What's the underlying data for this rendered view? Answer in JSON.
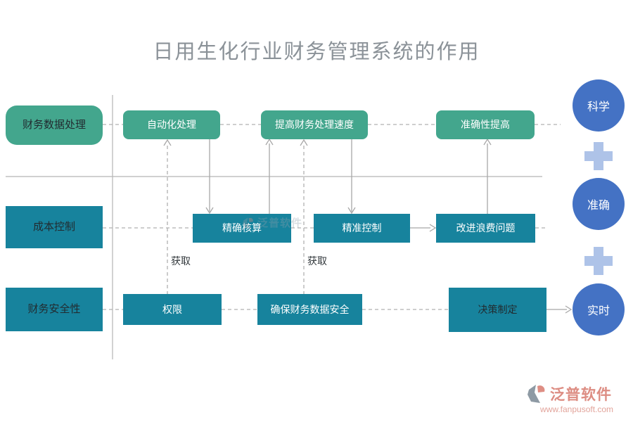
{
  "title": "日用生化行业财务管理系统的作用",
  "matrix": {
    "rows": [
      {
        "label": "财务数据处理",
        "items": [
          "自动化处理",
          "提高财务处理速度",
          "准确性提高"
        ]
      },
      {
        "label": "成本控制",
        "items": [
          "精确核算",
          "精准控制",
          "改进浪费问题"
        ]
      },
      {
        "label": "财务安全性",
        "items": [
          "权限",
          "确保财务数据安全",
          "决策制定"
        ]
      }
    ],
    "edge_labels": [
      "获取",
      "获取"
    ]
  },
  "side_panel": {
    "circles": [
      "科学",
      "准确",
      "实时"
    ]
  },
  "watermark_center": {
    "text": "泛普软件"
  },
  "footer_logo": {
    "brand": "泛普软件",
    "url": "www.fanpusoft.com"
  },
  "colors": {
    "green_node": "#43a68d",
    "teal_node": "#17839d",
    "blue_circle": "#4472c4",
    "plus": "#aec3e8",
    "line": "#a8a8a8",
    "title_text": "#8b9298",
    "brand": "#dd8d83"
  }
}
